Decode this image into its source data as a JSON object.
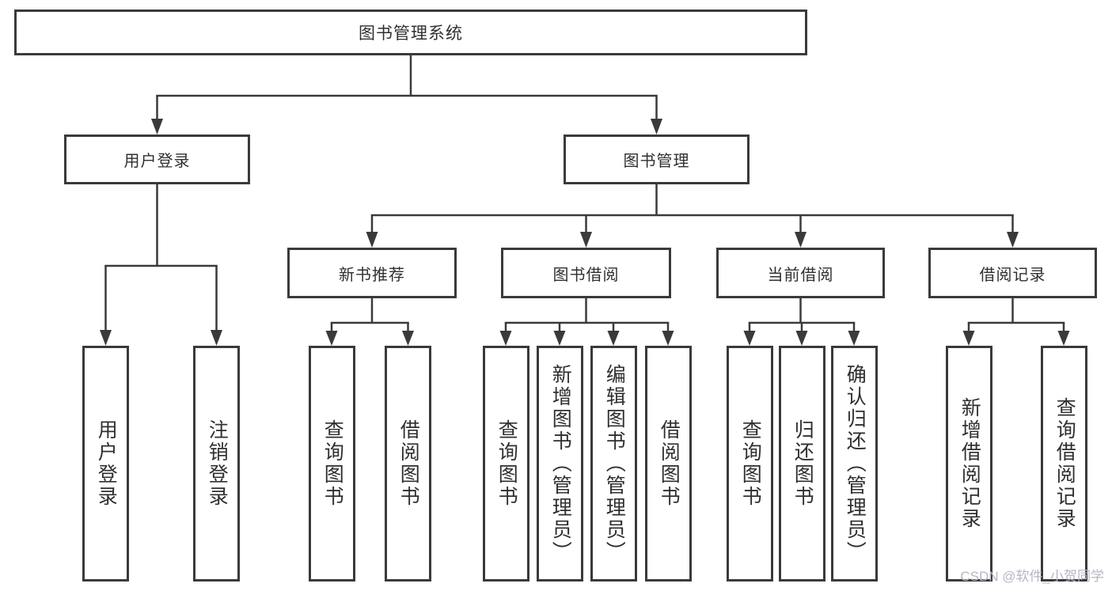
{
  "tree": {
    "root": {
      "label": "图书管理系统",
      "children": [
        {
          "label": "用户登录",
          "children": [
            {
              "label": "用户登录"
            },
            {
              "label": "注销登录"
            }
          ]
        },
        {
          "label": "图书管理",
          "children": [
            {
              "label": "新书推荐",
              "children": [
                {
                  "label": "查询图书"
                },
                {
                  "label": "借阅图书"
                }
              ]
            },
            {
              "label": "图书借阅",
              "children": [
                {
                  "label": "查询图书"
                },
                {
                  "label": "新增图书（管理员）"
                },
                {
                  "label": "编辑图书（管理员）"
                },
                {
                  "label": "借阅图书"
                }
              ]
            },
            {
              "label": "当前借阅",
              "children": [
                {
                  "label": "查询图书"
                },
                {
                  "label": "归还图书"
                },
                {
                  "label": "确认归还（管理员）"
                }
              ]
            },
            {
              "label": "借阅记录",
              "children": [
                {
                  "label": "新增借阅记录"
                },
                {
                  "label": "查询借阅记录"
                }
              ]
            }
          ]
        }
      ]
    }
  },
  "watermark": {
    "text": "CSDN @软件_小贺同学"
  },
  "colors": {
    "line": "#3a3a3a",
    "text": "#2f2f2f",
    "watermark": "#b4b8c2",
    "background": "#ffffff"
  }
}
